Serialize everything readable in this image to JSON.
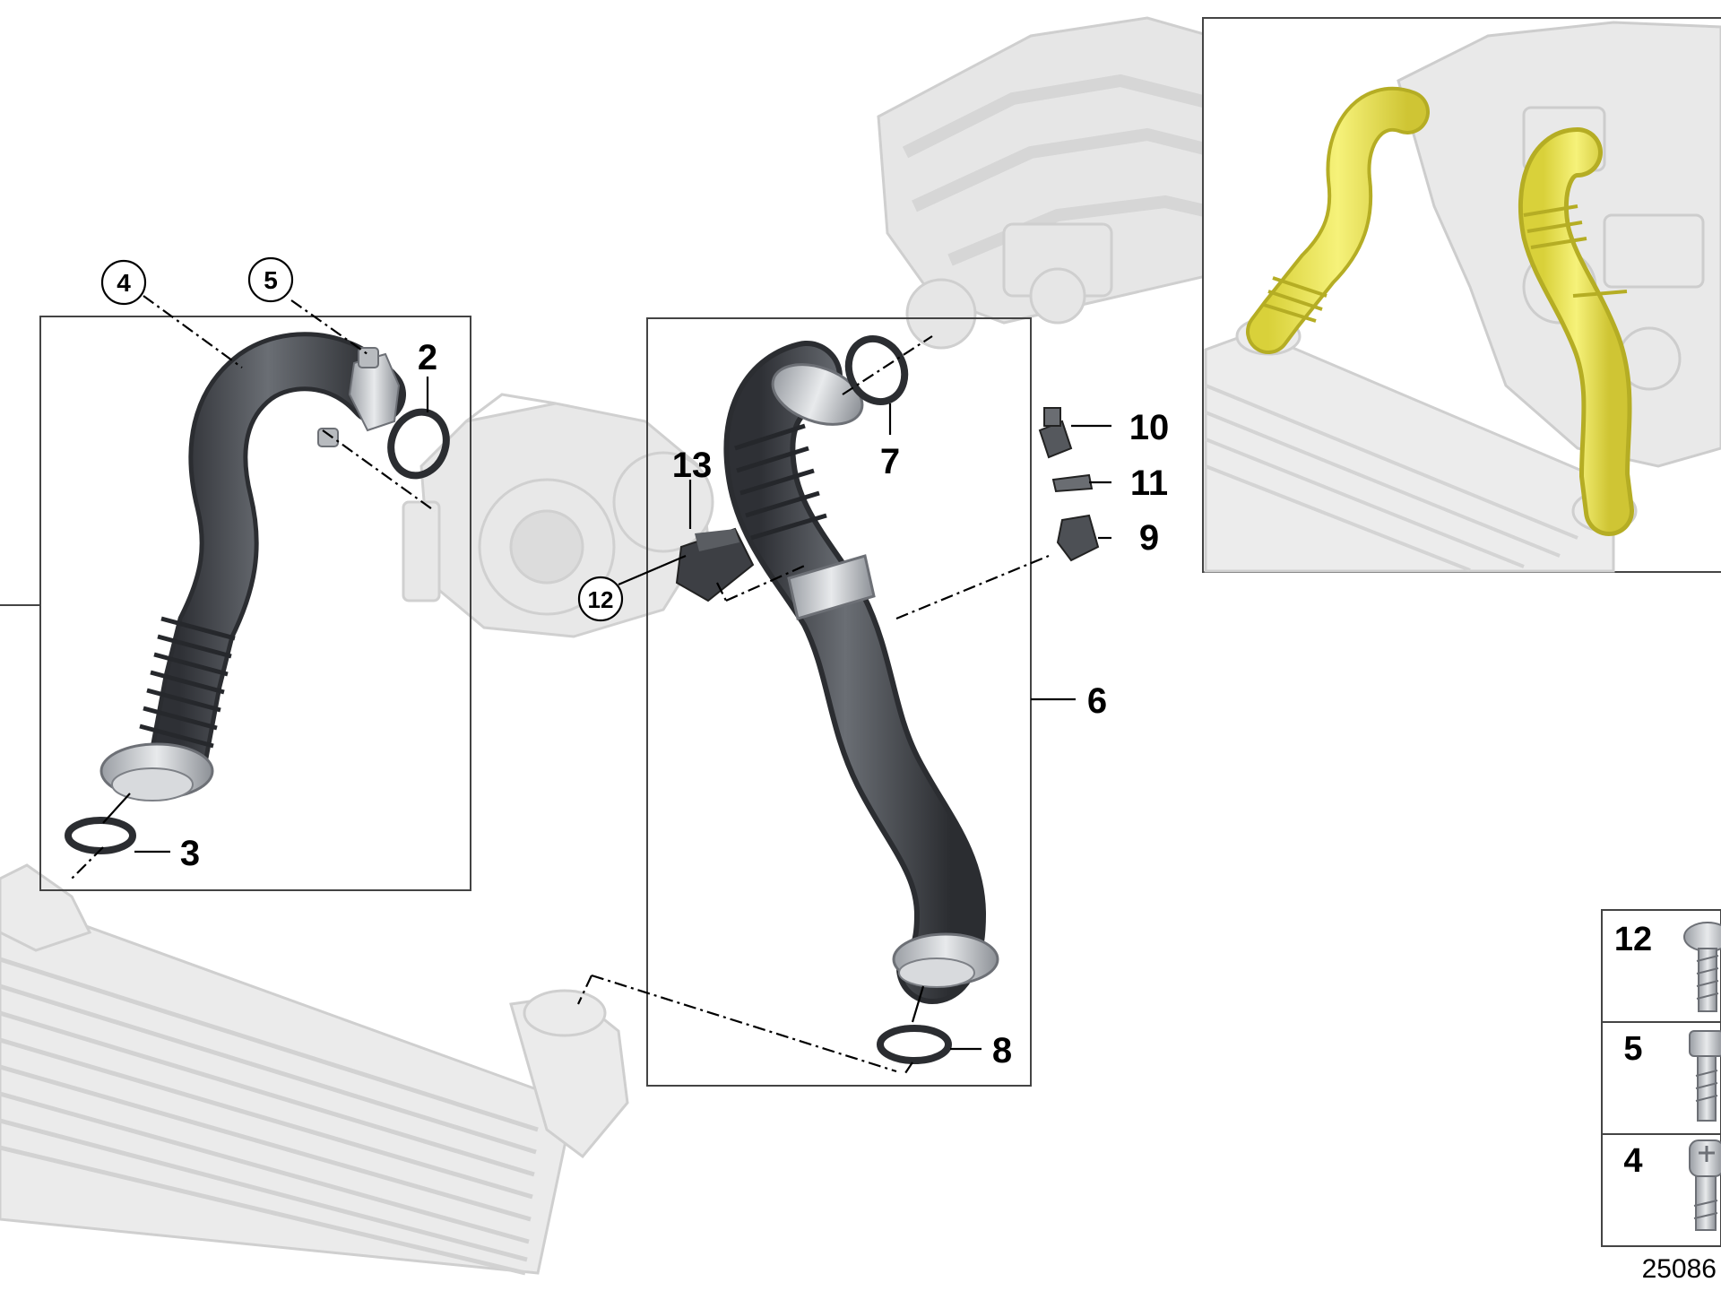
{
  "diagram": {
    "callouts": {
      "n2": "2",
      "n3": "3",
      "n4": "4",
      "n5": "5",
      "n6": "6",
      "n7": "7",
      "n8": "8",
      "n9": "9",
      "n10": "10",
      "n11": "11",
      "n12": "12",
      "n13": "13"
    },
    "hardware_legend": [
      {
        "number": "12"
      },
      {
        "number": "5"
      },
      {
        "number": "4"
      }
    ],
    "reference_number": "25086",
    "colors": {
      "highlight": "#f0ec6e",
      "hose": "#4a4d52",
      "ghost": "#e4e4e4",
      "frame": "#444444"
    }
  }
}
